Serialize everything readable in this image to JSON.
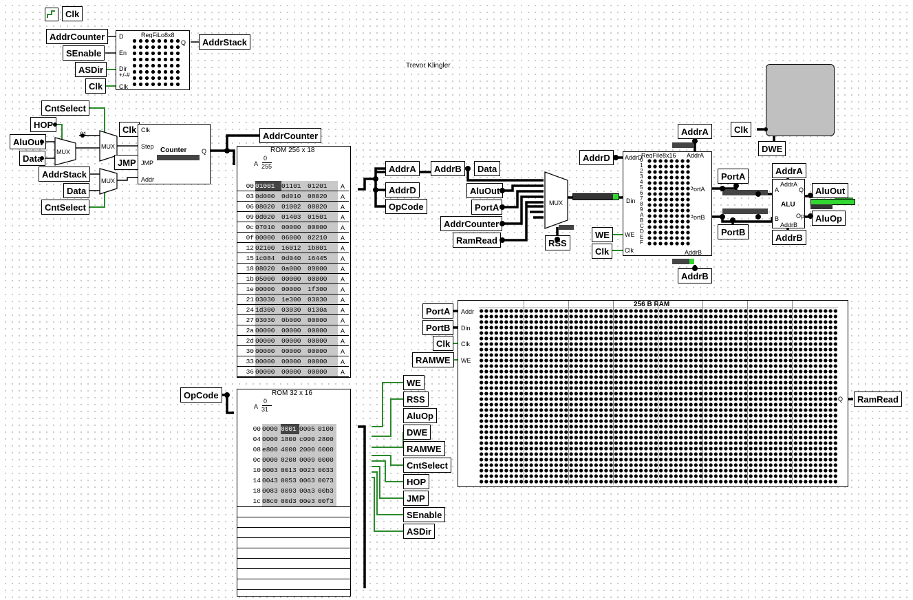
{
  "author": "Trevor Klingler",
  "clock_pin": "Clk",
  "stack": {
    "title": "RegFiLo8x8",
    "inputs": [
      "AddrCounter",
      "SEnable",
      "ASDir",
      "Clk"
    ],
    "input_ports": [
      "D",
      "En",
      "Dir",
      "+/-#",
      "Clk"
    ],
    "output_port": "Q",
    "output": "AddrStack"
  },
  "counter_section": {
    "left_inputs": [
      "CntSelect",
      "HOP",
      "AluOut",
      "Data",
      "AddrStack",
      "Data",
      "CntSelect"
    ],
    "mux_label": "MUX",
    "const_label": "01",
    "counter_title": "Counter",
    "counter_ports": [
      "Clk",
      "Step",
      "JMP",
      "Addr",
      "Q"
    ],
    "counter_inputs": [
      "Clk",
      "JMP"
    ],
    "output": "AddrCounter"
  },
  "rom1": {
    "title": "ROM 256 x 18",
    "addr_top": "0",
    "addr_bottom": "255",
    "sel_label": "A",
    "out_label": "A",
    "highlight": "01001",
    "rows": [
      {
        "a": "00",
        "d1": "01001",
        "d2": "01101",
        "d3": "01201"
      },
      {
        "a": "03",
        "d1": "0d000",
        "d2": "0d010",
        "d3": "08020"
      },
      {
        "a": "06",
        "d1": "08020",
        "d2": "01002",
        "d3": "08020"
      },
      {
        "a": "09",
        "d1": "0d020",
        "d2": "01403",
        "d3": "01501"
      },
      {
        "a": "0c",
        "d1": "07010",
        "d2": "00000",
        "d3": "00000"
      },
      {
        "a": "0f",
        "d1": "00000",
        "d2": "06000",
        "d3": "02210"
      },
      {
        "a": "12",
        "d1": "02100",
        "d2": "16012",
        "d3": "1b801"
      },
      {
        "a": "15",
        "d1": "1c084",
        "d2": "0d040",
        "d3": "16445"
      },
      {
        "a": "18",
        "d1": "08020",
        "d2": "0a000",
        "d3": "09000"
      },
      {
        "a": "1b",
        "d1": "05000",
        "d2": "00000",
        "d3": "00000"
      },
      {
        "a": "1e",
        "d1": "00000",
        "d2": "00000",
        "d3": "1f300"
      },
      {
        "a": "21",
        "d1": "03030",
        "d2": "1e300",
        "d3": "03030"
      },
      {
        "a": "24",
        "d1": "1d300",
        "d2": "03030",
        "d3": "0130a"
      },
      {
        "a": "27",
        "d1": "03030",
        "d2": "0b000",
        "d3": "00000"
      },
      {
        "a": "2a",
        "d1": "00000",
        "d2": "00000",
        "d3": "00000"
      },
      {
        "a": "2d",
        "d1": "00000",
        "d2": "00000",
        "d3": "00000"
      },
      {
        "a": "30",
        "d1": "00000",
        "d2": "00000",
        "d3": "00000"
      },
      {
        "a": "33",
        "d1": "00000",
        "d2": "00000",
        "d3": "00000"
      },
      {
        "a": "36",
        "d1": "00000",
        "d2": "00000",
        "d3": "00000"
      }
    ],
    "split_outputs": [
      "AddrA",
      "AddrB",
      "AddrD",
      "OpCode",
      "Data"
    ]
  },
  "rom2": {
    "title": "ROM 32 x 16",
    "addr_top": "0",
    "addr_bottom": "31",
    "sel_label": "A",
    "out_label": "A",
    "input": "OpCode",
    "highlight": "0001",
    "rows": [
      {
        "a": "00",
        "d": [
          "0000",
          "0001",
          "0005",
          "0100"
        ]
      },
      {
        "a": "04",
        "d": [
          "0000",
          "1800",
          "c000",
          "2800"
        ]
      },
      {
        "a": "08",
        "d": [
          "e800",
          "4000",
          "2000",
          "6000"
        ]
      },
      {
        "a": "0c",
        "d": [
          "0000",
          "0208",
          "0009",
          "0000"
        ]
      },
      {
        "a": "10",
        "d": [
          "0003",
          "0013",
          "0023",
          "0033"
        ]
      },
      {
        "a": "14",
        "d": [
          "0043",
          "0053",
          "0063",
          "0073"
        ]
      },
      {
        "a": "18",
        "d": [
          "0083",
          "0093",
          "00a3",
          "00b3"
        ]
      },
      {
        "a": "1c",
        "d": [
          "08c0",
          "00d3",
          "00e3",
          "00f3"
        ]
      }
    ],
    "outputs": [
      "WE",
      "RSS",
      "AluOp",
      "DWE",
      "RAMWE",
      "CntSelect",
      "HOP",
      "JMP",
      "SEnable",
      "ASDir"
    ]
  },
  "datamux": {
    "inputs": [
      "Data",
      "AluOut",
      "PortA",
      "AddrCounter",
      "RamRead"
    ],
    "label": "MUX",
    "select": "RSS"
  },
  "regfile": {
    "title": "RegFile8x16",
    "top_left": "AddrD",
    "top_right": "AddrA",
    "bottom_right": "AddrB",
    "ports_in": [
      "AddrD",
      "Din",
      "WE",
      "Clk"
    ],
    "ports_out": [
      "PortA",
      "PortB"
    ],
    "indices": [
      "0",
      "1",
      "2",
      "3",
      "4",
      "5",
      "6",
      "7",
      "8",
      "9",
      "A",
      "B",
      "C",
      "D",
      "E",
      "F"
    ],
    "inputs": [
      "AddrD",
      "AddrA",
      "WE",
      "Clk",
      "AddrB"
    ],
    "outputs": [
      "PortA",
      "PortB"
    ]
  },
  "display": {
    "inputs": [
      "Clk",
      "DWE"
    ]
  },
  "alu": {
    "title": "ALU",
    "ports": [
      "A",
      "AddrA",
      "B",
      "AddrB",
      "Q",
      "Op"
    ],
    "inputs": [
      "AddrA",
      "AddrB"
    ],
    "outputs": [
      "AluOut",
      "AluOp"
    ]
  },
  "ram": {
    "title": "256 B RAM",
    "ports": [
      "Addr",
      "Din",
      "Clk",
      "WE",
      "Q"
    ],
    "inputs": [
      "PortA",
      "PortB",
      "Clk",
      "RAMWE"
    ],
    "output": "RamRead"
  }
}
